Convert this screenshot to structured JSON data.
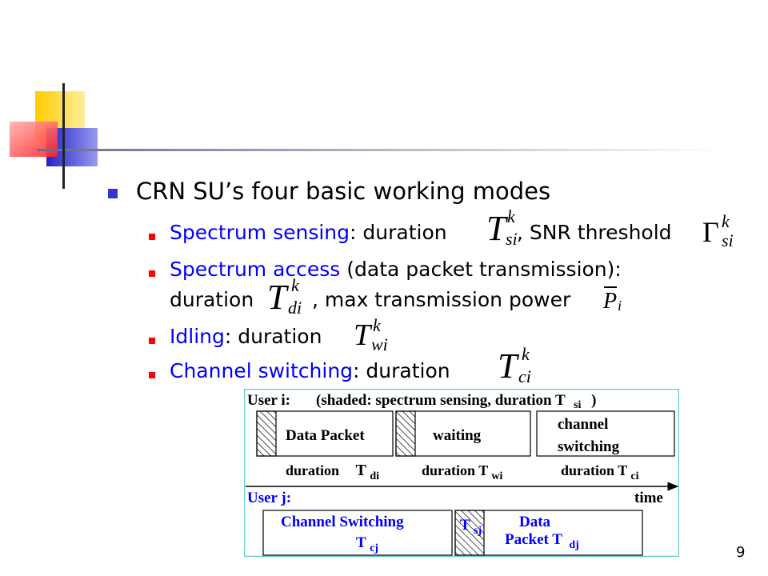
{
  "slide": {
    "main_bullet": "CRN SU’s four basic working modes",
    "page_number": "9",
    "items": [
      {
        "term": "Spectrum sensing",
        "rest_a": ": duration",
        "rest_b": ", SNR threshold"
      },
      {
        "term": "Spectrum access",
        "rest_a": " (data packet transmission):",
        "line2_a": "duration",
        "line2_b": ", max transmission power"
      },
      {
        "term": "Idling",
        "rest_a": ": duration"
      },
      {
        "term": "Channel switching",
        "rest_a": ": duration"
      }
    ],
    "math": {
      "sensing_duration": {
        "base": "T",
        "sub": "si",
        "sup": "k"
      },
      "snr_threshold": {
        "base": "Γ",
        "sub": "si",
        "sup": "k"
      },
      "access_duration": {
        "base": "T",
        "sub": "di",
        "sup": "k"
      },
      "max_power": {
        "base": "P",
        "sub": "i"
      },
      "idle_duration": {
        "base": "T",
        "sub": "wi",
        "sup": "k"
      },
      "switch_duration": {
        "base": "T",
        "sub": "ci",
        "sup": "k"
      }
    }
  },
  "diagram": {
    "user_i_label": "User i:",
    "user_i_caption": "(shaded: spectrum sensing, duration T",
    "user_i_caption_sub": "si",
    "user_i_caption_end": ")",
    "box1": "Data Packet",
    "box2": "waiting",
    "box3_line1": "channel",
    "box3_line2": "switching",
    "dur1": "duration",
    "dur1_T": "T",
    "dur1_sub": "di",
    "dur2": "duration T",
    "dur2_sub": "wi",
    "dur3": "duration T",
    "dur3_sub": "ci",
    "user_j_label": "User j:",
    "time_label": "time",
    "box4_line1": "Channel Switching",
    "box4_line2": "T",
    "box4_line2_sub": "cj",
    "box5_sense": "T",
    "box5_sense_sub": "sj",
    "box5_line1": "Data",
    "box5_line2": "Packet T",
    "box5_line2_sub": "dj",
    "colors": {
      "frame": "#66cccc",
      "text_black": "#000000",
      "text_blue": "#0000ff"
    }
  }
}
